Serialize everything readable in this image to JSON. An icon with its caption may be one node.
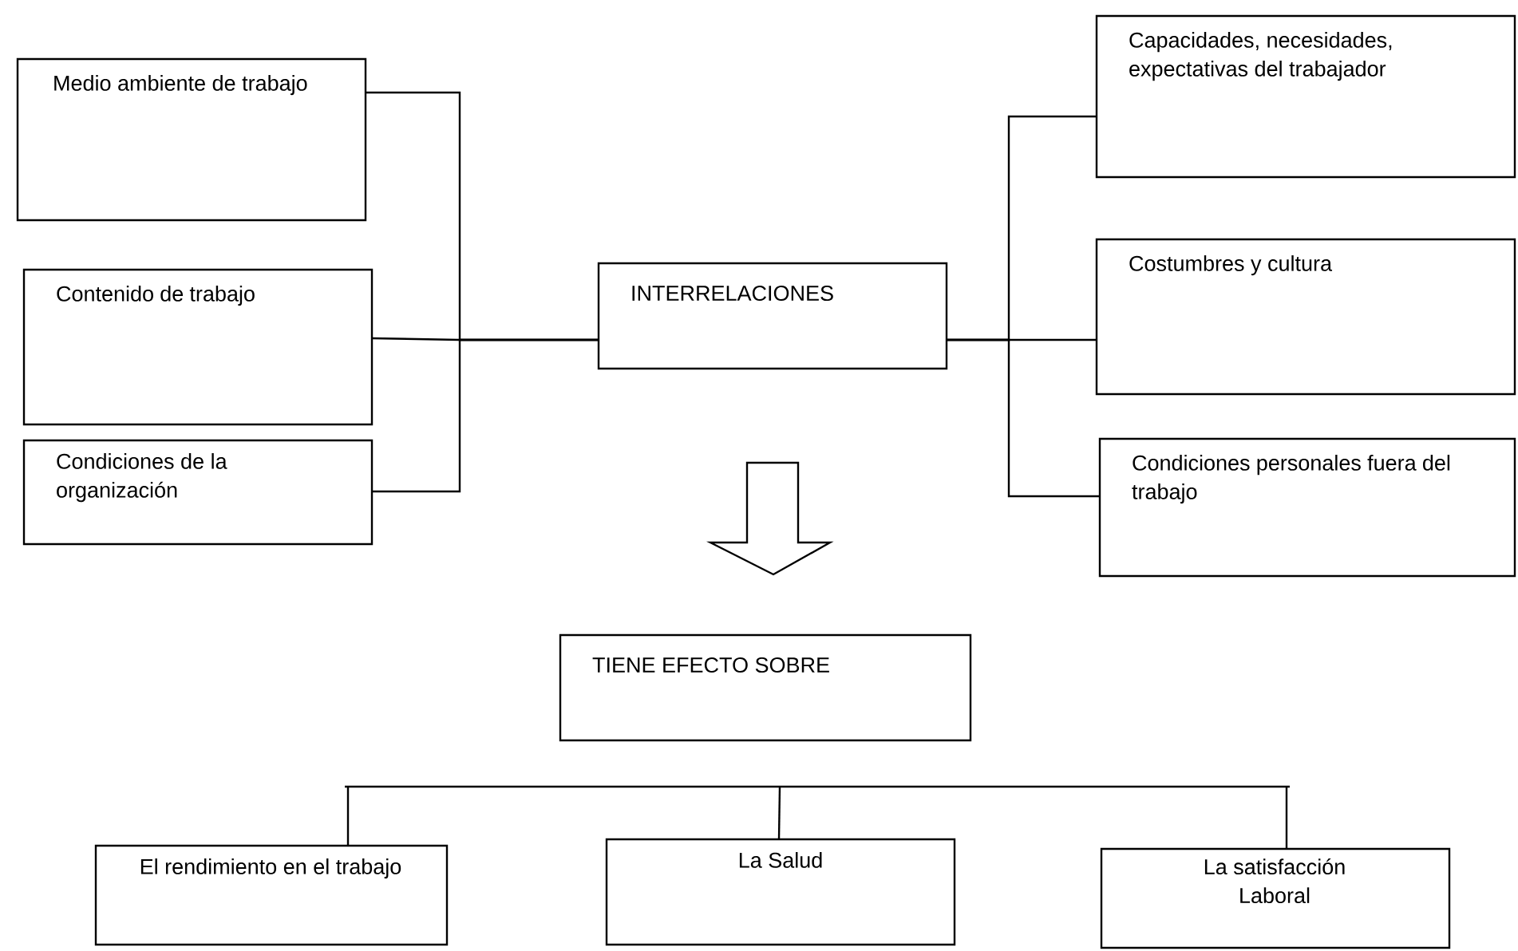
{
  "diagram": {
    "nodes": [
      {
        "text": [
          "Medio ambiente de trabajo"
        ]
      },
      {
        "text": [
          "Contenido de trabajo"
        ]
      },
      {
        "text": [
          "Condiciones de la organización"
        ]
      },
      {
        "text": [
          "INTERRELACIONES"
        ]
      },
      {
        "text": [
          "Capacidades, necesidades, expectativas del trabajador"
        ]
      },
      {
        "text": [
          "Costumbres y cultura"
        ]
      },
      {
        "text": [
          "Condiciones personales fuera del trabajo"
        ]
      },
      {
        "text": [
          "TIENE EFECTO SOBRE"
        ]
      },
      {
        "text": [
          "El rendimiento en el trabajo"
        ]
      },
      {
        "text": [
          "La Salud"
        ]
      },
      {
        "text": [
          "La satisfacción Laboral"
        ]
      }
    ],
    "edges": [
      {
        "from": 0,
        "to": 3,
        "arrow": "none"
      },
      {
        "from": 1,
        "to": 3,
        "arrow": "none"
      },
      {
        "from": 2,
        "to": 3,
        "arrow": "none"
      },
      {
        "from": 3,
        "to": 4,
        "arrow": "none"
      },
      {
        "from": 3,
        "to": 5,
        "arrow": "none"
      },
      {
        "from": 3,
        "to": 6,
        "arrow": "none"
      },
      {
        "from": 3,
        "to": 7,
        "arrow": "to"
      },
      {
        "from": 7,
        "to": 8,
        "arrow": "none"
      },
      {
        "from": 7,
        "to": 9,
        "arrow": "none"
      },
      {
        "from": 7,
        "to": 10,
        "arrow": "none"
      }
    ]
  }
}
